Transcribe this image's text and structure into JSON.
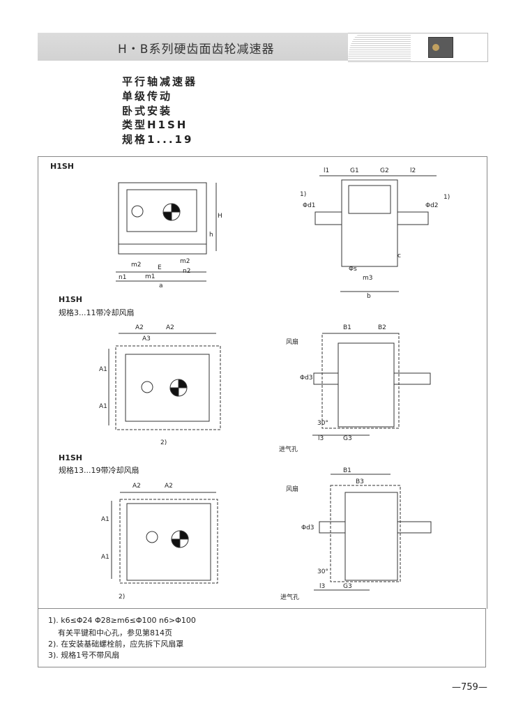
{
  "header": {
    "title": "H・B系列硬齿面齿轮减速器"
  },
  "subtitle": [
    "平行轴减速器",
    "单级传动",
    "卧式安装",
    "类型H1SH",
    "规格1...19"
  ],
  "section1": {
    "title": "H1SH",
    "left_labels": [
      "H",
      "h",
      "m2",
      "m2",
      "E",
      "m1",
      "n2",
      "n1",
      "a"
    ],
    "right_labels": [
      "l1",
      "G1",
      "G2",
      "l2",
      "Φd1",
      "Φd2",
      "1)",
      "1)",
      "c",
      "Φs",
      "m3",
      "b"
    ]
  },
  "section2": {
    "title": "H1SH",
    "spec": "规格3...11带冷却风扇",
    "left_labels": [
      "A2",
      "A2",
      "A3",
      "A1",
      "A1",
      "2)"
    ],
    "right_labels": [
      "B1",
      "B2",
      "风扇",
      "Φd3",
      "30°",
      "l3",
      "G3",
      "进气孔"
    ]
  },
  "section3": {
    "title": "H1SH",
    "spec": "规格13...19带冷却风扇",
    "left_labels": [
      "A2",
      "A2",
      "A1",
      "A1",
      "2)"
    ],
    "right_labels": [
      "B1",
      "B3",
      "风扇",
      "Φd3",
      "30°",
      "l3",
      "G3",
      "进气孔"
    ]
  },
  "notes": [
    "1). k6≤Φ24  Φ28≥m6≤Φ100  n6>Φ100",
    "有关平键和中心孔，参见第814页",
    "2). 在安装基础螺栓前，应先拆下风扇罩",
    "3). 规格1号不带风扇"
  ],
  "page_number": "—759—"
}
